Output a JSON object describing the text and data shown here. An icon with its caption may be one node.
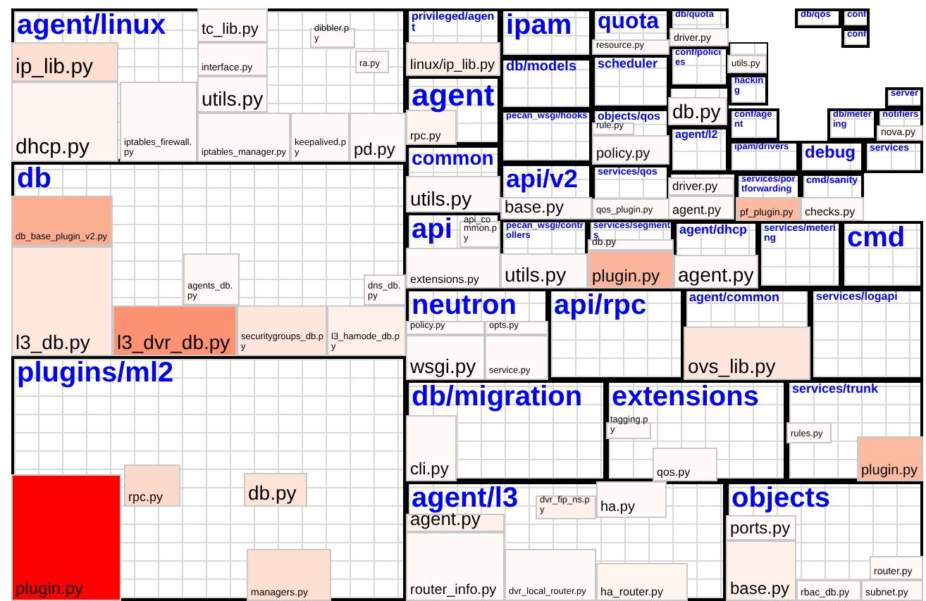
{
  "diagram": {
    "nodes": [
      {
        "text": [
          "agent/linux"
        ]
      },
      {
        "text": [
          "ip_lib.py"
        ],
        "in": 0
      },
      {
        "text": [
          "tc_lib.py"
        ],
        "in": 0
      },
      {
        "text": [
          "dibbler.py"
        ],
        "in": 0
      },
      {
        "text": [
          "interface.py"
        ],
        "in": 0
      },
      {
        "text": [
          "ra.py"
        ],
        "in": 0
      },
      {
        "text": [
          "utils.py"
        ],
        "in": 0
      },
      {
        "text": [
          "dhcp.py"
        ],
        "in": 0
      },
      {
        "text": [
          "iptables_firewall.py"
        ],
        "in": 0
      },
      {
        "text": [
          "iptables_manager.py"
        ],
        "in": 0
      },
      {
        "text": [
          "keepalived.py"
        ],
        "in": 0
      },
      {
        "text": [
          "pd.py"
        ],
        "in": 0
      },
      {
        "text": [
          "db"
        ]
      },
      {
        "text": [
          "db_base_plugin_v2.py"
        ],
        "in": 12
      },
      {
        "text": [
          "agents_db.py"
        ],
        "in": 12
      },
      {
        "text": [
          "dns_db.py"
        ],
        "in": 12
      },
      {
        "text": [
          "l3_db.py"
        ],
        "in": 12
      },
      {
        "text": [
          "l3_dvr_db.py"
        ],
        "in": 12
      },
      {
        "text": [
          "securitygroups_db.py"
        ],
        "in": 12
      },
      {
        "text": [
          "l3_hamode_db.py"
        ],
        "in": 12
      },
      {
        "text": [
          "plugins/ml2"
        ]
      },
      {
        "text": [
          "rpc.py"
        ],
        "in": 20
      },
      {
        "text": [
          "db.py"
        ],
        "in": 20
      },
      {
        "text": [
          "plugin.py"
        ],
        "in": 20
      },
      {
        "text": [
          "managers.py"
        ],
        "in": 20
      },
      {
        "text": [
          "privileged/agent"
        ]
      },
      {
        "text": [
          "linux/ip_lib.py"
        ],
        "in": 25
      },
      {
        "text": [
          "agent"
        ]
      },
      {
        "text": [
          "rpc.py"
        ],
        "in": 27
      },
      {
        "text": [
          "common"
        ]
      },
      {
        "text": [
          "utils.py"
        ],
        "in": 29
      },
      {
        "text": [
          "api"
        ]
      },
      {
        "text": [
          "api_common.py"
        ],
        "in": 31
      },
      {
        "text": [
          "extensions.py"
        ],
        "in": 31
      },
      {
        "text": [
          "ipam"
        ]
      },
      {
        "text": [
          "db/models"
        ]
      },
      {
        "text": [
          "pecan_wsgi/hooks"
        ]
      },
      {
        "text": [
          "api/v2"
        ]
      },
      {
        "text": [
          "base.py"
        ],
        "in": 37
      },
      {
        "text": [
          "pecan_wsgi/controllers"
        ]
      },
      {
        "text": [
          "utils.py"
        ],
        "in": 39
      },
      {
        "text": [
          "quota"
        ]
      },
      {
        "text": [
          "resource.py"
        ],
        "in": 41
      },
      {
        "text": [
          "scheduler"
        ]
      },
      {
        "text": [
          "objects/qos"
        ]
      },
      {
        "text": [
          "rule.py"
        ],
        "in": 44
      },
      {
        "text": [
          "policy.py"
        ],
        "in": 44
      },
      {
        "text": [
          "services/qos"
        ]
      },
      {
        "text": [
          "qos_plugin.py"
        ],
        "in": 47
      },
      {
        "text": [
          "services/segments"
        ]
      },
      {
        "text": [
          "db.py"
        ],
        "in": 49
      },
      {
        "text": [
          "plugin.py"
        ],
        "in": 49
      },
      {
        "text": [
          "db/quota"
        ]
      },
      {
        "text": [
          "driver.py"
        ],
        "in": 52
      },
      {
        "text": [
          "conf/policies"
        ]
      },
      {
        "text": [],
        "shape": "box"
      },
      {
        "text": [
          "db.py"
        ],
        "in": 55
      },
      {
        "text": [
          "agent/l2"
        ]
      },
      {
        "text": [],
        "shape": "box"
      },
      {
        "text": [
          "driver.py"
        ],
        "in": 58
      },
      {
        "text": [
          "agent.py"
        ],
        "in": 58
      },
      {
        "text": [
          "agent/dhcp"
        ]
      },
      {
        "text": [
          "agent.py"
        ],
        "in": 61
      },
      {
        "text": [],
        "shape": "box"
      },
      {
        "text": [
          "utils.py"
        ],
        "in": 63
      },
      {
        "text": [
          "hacking"
        ]
      },
      {
        "text": [
          "db/qos"
        ]
      },
      {
        "text": [
          "conf"
        ]
      },
      {
        "text": [
          "conf"
        ]
      },
      {
        "text": [
          "server"
        ]
      },
      {
        "text": [
          "conf/agent"
        ]
      },
      {
        "text": [
          "db/metering"
        ]
      },
      {
        "text": [
          "notifiers"
        ]
      },
      {
        "text": [
          "nova.py"
        ],
        "in": 72
      },
      {
        "text": [
          "ipam/drivers"
        ]
      },
      {
        "text": [
          "debug"
        ]
      },
      {
        "text": [
          "services"
        ]
      },
      {
        "text": [
          "services/portforwarding"
        ]
      },
      {
        "text": [
          "pf_plugin.py"
        ],
        "in": 77
      },
      {
        "text": [
          "cmd/sanity"
        ]
      },
      {
        "text": [
          "checks.py"
        ],
        "in": 79
      },
      {
        "text": [
          "services/metering"
        ]
      },
      {
        "text": [
          "cmd"
        ]
      },
      {
        "text": [
          "neutron"
        ]
      },
      {
        "text": [
          "policy.py"
        ],
        "in": 83
      },
      {
        "text": [
          "opts.py"
        ],
        "in": 83
      },
      {
        "text": [
          "wsgi.py"
        ],
        "in": 83
      },
      {
        "text": [
          "service.py"
        ],
        "in": 83
      },
      {
        "text": [
          "api/rpc"
        ]
      },
      {
        "text": [
          "agent/common"
        ]
      },
      {
        "text": [
          "ovs_lib.py"
        ],
        "in": 89
      },
      {
        "text": [
          "services/logapi"
        ]
      },
      {
        "text": [
          "db/migration"
        ]
      },
      {
        "text": [
          "cli.py"
        ],
        "in": 92
      },
      {
        "text": [
          "extensions"
        ]
      },
      {
        "text": [
          "tagging.py"
        ],
        "in": 94
      },
      {
        "text": [
          "qos.py"
        ],
        "in": 94
      },
      {
        "text": [
          "services/trunk"
        ]
      },
      {
        "text": [
          "rules.py"
        ],
        "in": 97
      },
      {
        "text": [
          "plugin.py"
        ],
        "in": 97
      },
      {
        "text": [
          "agent/l3"
        ]
      },
      {
        "text": [
          "agent.py"
        ],
        "in": 100
      },
      {
        "text": [
          "dvr_fip_ns.py"
        ],
        "in": 100
      },
      {
        "text": [
          "ha.py"
        ],
        "in": 100
      },
      {
        "text": [
          "router_info.py"
        ],
        "in": 100
      },
      {
        "text": [
          "dvr_local_router.py"
        ],
        "in": 100
      },
      {
        "text": [
          "ha_router.py"
        ],
        "in": 100
      },
      {
        "text": [
          "objects"
        ]
      },
      {
        "text": [
          "ports.py"
        ],
        "in": 107
      },
      {
        "text": [
          "base.py"
        ],
        "in": 107
      },
      {
        "text": [
          "router.py"
        ],
        "in": 107
      },
      {
        "text": [
          "rbac_db.py"
        ],
        "in": 107
      },
      {
        "text": [
          "subnet.py"
        ],
        "in": 107
      }
    ]
  }
}
